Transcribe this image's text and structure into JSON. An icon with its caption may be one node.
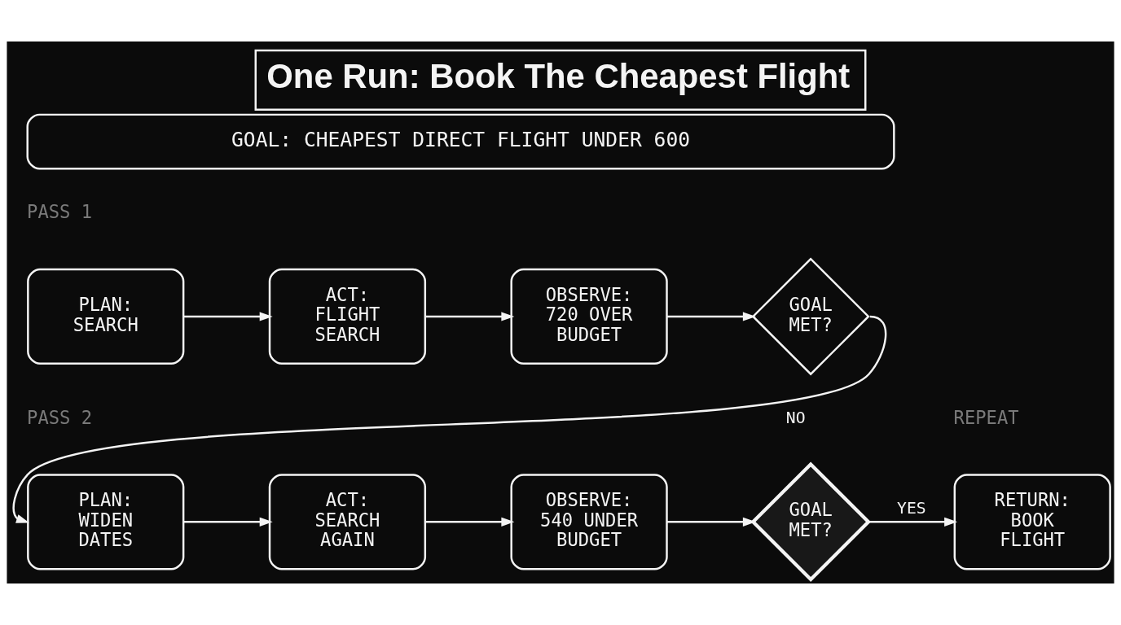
{
  "diagram": {
    "title": "One Run: Book The Cheapest Flight",
    "nodes": [
      {
        "text": [
          "GOAL: CHEAPEST DIRECT FLIGHT UNDER 600"
        ]
      },
      {
        "text": [
          "PLAN: SEARCH"
        ]
      },
      {
        "text": [
          "ACT: FLIGHT SEARCH"
        ]
      },
      {
        "text": [
          "OBSERVE: 720 OVER BUDGET"
        ]
      },
      {
        "text": [
          "GOAL MET?"
        ]
      },
      {
        "text": [
          "PLAN: WIDEN DATES"
        ]
      },
      {
        "text": [
          "ACT: SEARCH AGAIN"
        ]
      },
      {
        "text": [
          "OBSERVE: 540 UNDER BUDGET"
        ]
      },
      {
        "text": [
          "GOAL MET?"
        ]
      },
      {
        "text": [
          "RETURN: BOOK FLIGHT"
        ]
      }
    ],
    "edges": [
      {
        "from": 1,
        "to": 2,
        "arrow": "to"
      },
      {
        "from": 2,
        "to": 3,
        "arrow": "to"
      },
      {
        "from": 3,
        "to": 4,
        "arrow": "to"
      },
      {
        "from": 4,
        "to": 5,
        "arrow": "to",
        "label": "NO"
      },
      {
        "from": 5,
        "to": 6,
        "arrow": "to"
      },
      {
        "from": 6,
        "to": 7,
        "arrow": "to"
      },
      {
        "from": 7,
        "to": 8,
        "arrow": "to"
      },
      {
        "from": 8,
        "to": 9,
        "arrow": "to",
        "label": "YES"
      }
    ],
    "labels": [
      "PASS 1",
      "REPEAT",
      "PASS 2"
    ]
  }
}
